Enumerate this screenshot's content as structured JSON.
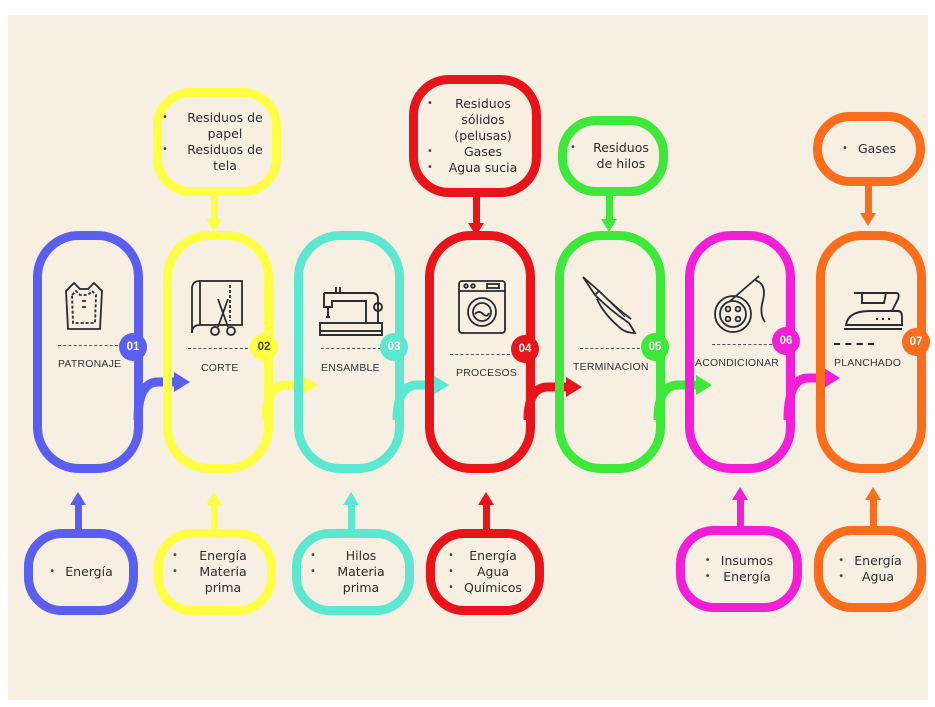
{
  "colors": {
    "background": "#f6efe2",
    "patronaje": "#5b5fef",
    "corte": "#ffff45",
    "ensamble": "#5ce8d0",
    "procesos": "#e8141a",
    "terminacion": "#3de83b",
    "acondicionar": "#f31fd8",
    "planchado": "#f96d1c",
    "text": "#333333"
  },
  "steps": [
    {
      "id": "patronaje",
      "number": "01",
      "label": "PATRONAJE",
      "icon": "sewing-pattern-icon",
      "inputs": [
        "Energía"
      ],
      "outputs": []
    },
    {
      "id": "corte",
      "number": "02",
      "label": "CORTE",
      "icon": "fabric-scissors-icon",
      "inputs": [
        "Energía",
        "Materia prima"
      ],
      "outputs": [
        "Residuos de papel",
        "Residuos de tela"
      ]
    },
    {
      "id": "ensamble",
      "number": "03",
      "label": "ENSAMBLE",
      "icon": "sewing-machine-icon",
      "inputs": [
        "Hilos",
        "Materia prima"
      ],
      "outputs": []
    },
    {
      "id": "procesos",
      "number": "04",
      "label": "PROCESOS",
      "icon": "washing-machine-icon",
      "inputs": [
        "Energía",
        "Agua",
        "Químicos"
      ],
      "outputs": [
        "Residuos sólidos (pelusas)",
        "Gases",
        "Agua sucia"
      ]
    },
    {
      "id": "terminacion",
      "number": "05",
      "label": "TERMINACION",
      "icon": "thread-clippers-icon",
      "inputs": [],
      "outputs": [
        "Residuos de hilos"
      ]
    },
    {
      "id": "acondicionar",
      "number": "06",
      "label": "ACONDICIONAR",
      "icon": "button-needle-icon",
      "inputs": [
        "Insumos",
        "Energía"
      ],
      "outputs": []
    },
    {
      "id": "planchado",
      "number": "07",
      "label": "PLANCHADO",
      "icon": "iron-icon",
      "inputs": [
        "Energía",
        "Agua"
      ],
      "outputs": [
        "Gases"
      ]
    }
  ]
}
